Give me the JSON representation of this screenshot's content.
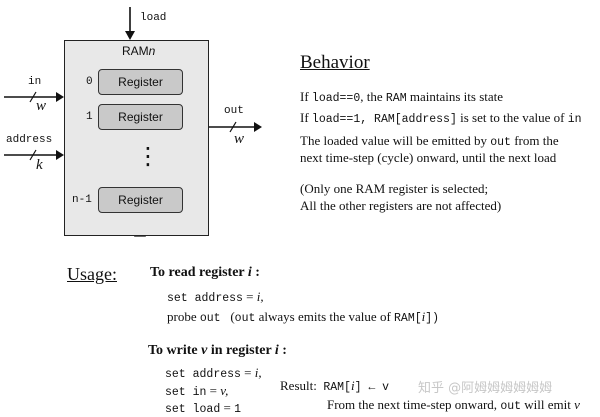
{
  "diagram": {
    "chip_title": "RAM",
    "chip_title_param": "n",
    "load_label": "load",
    "in_label": "in",
    "in_width": "w",
    "address_label": "address",
    "address_width": "k",
    "out_label": "out",
    "out_width": "w",
    "registers": [
      {
        "index": "0",
        "label": "Register"
      },
      {
        "index": "1",
        "label": "Register"
      },
      {
        "index": "n-1",
        "label": "Register"
      }
    ],
    "ellipsis": "⋮"
  },
  "behavior": {
    "title": "Behavior",
    "line1": {
      "a": "If ",
      "b": "load",
      "c": "==0",
      "d": ", the ",
      "e": "RAM",
      "f": " maintains its state"
    },
    "line2": {
      "a": "If ",
      "b": "load",
      "c": "==1, ",
      "d": "RAM[address]",
      "e": " is set to the value of ",
      "f": "in"
    },
    "line3": {
      "a": "The loaded value will be emitted by ",
      "b": "out",
      "c": " from the"
    },
    "line4": "next time-step (cycle) onward, until the next load",
    "line5": "(Only one RAM register is selected;",
    "line6": "All the other registers are not affected)"
  },
  "usage": {
    "title": "Usage:",
    "read_header": {
      "a": "To read register ",
      "b": "i",
      "c": " :"
    },
    "read_lines": {
      "l1": {
        "a": "set ",
        "b": "address",
        "c": " = ",
        "d": "i,"
      },
      "l2": {
        "a": "probe ",
        "b": "out",
        "c": "   (",
        "d": "out",
        "e": " always emits the value of ",
        "f": "RAM[",
        "g": "i",
        "h": "])"
      }
    },
    "write_header": {
      "a": "To write ",
      "b": "v",
      "c": " in register ",
      "d": "i",
      "e": " :"
    },
    "write_lines": {
      "l1": {
        "a": "set ",
        "b": "address",
        "c": " = ",
        "d": "i,"
      },
      "l2": {
        "a": "set ",
        "b": "in",
        "c": " = ",
        "d": "v,"
      },
      "l3": {
        "a": "set ",
        "b": "load",
        "c": " = ",
        "d": "1"
      }
    },
    "result": {
      "label": "Result:",
      "expr_a": "RAM[",
      "expr_b": "i",
      "expr_c": "] ← v",
      "line2_a": "From the next time-step onward, ",
      "line2_b": "out",
      "line2_c": " will emit ",
      "line2_d": "v"
    }
  },
  "watermark": "知乎 @阿姆姆姆姆姆姆"
}
